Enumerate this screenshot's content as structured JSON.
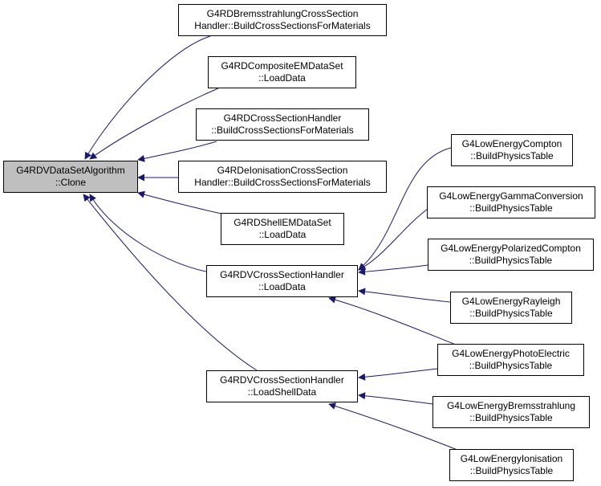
{
  "colors": {
    "edge": "#191970",
    "root_fill": "#bfbfbf",
    "node_fill": "#ffffff",
    "node_border": "#000000"
  },
  "nodes": {
    "root": {
      "line1": "G4RDVDataSetAlgorithm",
      "line2": "::Clone"
    },
    "brems_handler": {
      "line1": "G4RDBremsstrahlungCrossSection",
      "line2": "Handler::BuildCrossSectionsForMaterials"
    },
    "composite_em": {
      "line1": "G4RDCompositeEMDataSet",
      "line2": "::LoadData"
    },
    "cs_handler": {
      "line1": "G4RDCrossSectionHandler",
      "line2": "::BuildCrossSectionsForMaterials"
    },
    "ionisation_handler": {
      "line1": "G4RDeIonisationCrossSection",
      "line2": "Handler::BuildCrossSectionsForMaterials"
    },
    "shell_em": {
      "line1": "G4RDShellEMDataSet",
      "line2": "::LoadData"
    },
    "vcs_load": {
      "line1": "G4RDVCrossSectionHandler",
      "line2": "::LoadData"
    },
    "vcs_shell": {
      "line1": "G4RDVCrossSectionHandler",
      "line2": "::LoadShellData"
    },
    "le_compton": {
      "line1": "G4LowEnergyCompton",
      "line2": "::BuildPhysicsTable"
    },
    "le_gamma_conv": {
      "line1": "G4LowEnergyGammaConversion",
      "line2": "::BuildPhysicsTable"
    },
    "le_pol_compton": {
      "line1": "G4LowEnergyPolarizedCompton",
      "line2": "::BuildPhysicsTable"
    },
    "le_rayleigh": {
      "line1": "G4LowEnergyRayleigh",
      "line2": "::BuildPhysicsTable"
    },
    "le_photo": {
      "line1": "G4LowEnergyPhotoElectric",
      "line2": "::BuildPhysicsTable"
    },
    "le_brems": {
      "line1": "G4LowEnergyBremsstrahlung",
      "line2": "::BuildPhysicsTable"
    },
    "le_ionisation": {
      "line1": "G4LowEnergyIonisation",
      "line2": "::BuildPhysicsTable"
    }
  },
  "edges": [
    {
      "from": "brems_handler",
      "to": "root"
    },
    {
      "from": "composite_em",
      "to": "root"
    },
    {
      "from": "cs_handler",
      "to": "root"
    },
    {
      "from": "ionisation_handler",
      "to": "root"
    },
    {
      "from": "shell_em",
      "to": "root"
    },
    {
      "from": "vcs_load",
      "to": "root"
    },
    {
      "from": "vcs_shell",
      "to": "root"
    },
    {
      "from": "le_compton",
      "to": "vcs_load"
    },
    {
      "from": "le_gamma_conv",
      "to": "vcs_load"
    },
    {
      "from": "le_pol_compton",
      "to": "vcs_load"
    },
    {
      "from": "le_rayleigh",
      "to": "vcs_load"
    },
    {
      "from": "le_photo",
      "to": "vcs_load"
    },
    {
      "from": "le_photo",
      "to": "vcs_shell"
    },
    {
      "from": "le_brems",
      "to": "vcs_shell"
    },
    {
      "from": "le_ionisation",
      "to": "vcs_shell"
    }
  ]
}
